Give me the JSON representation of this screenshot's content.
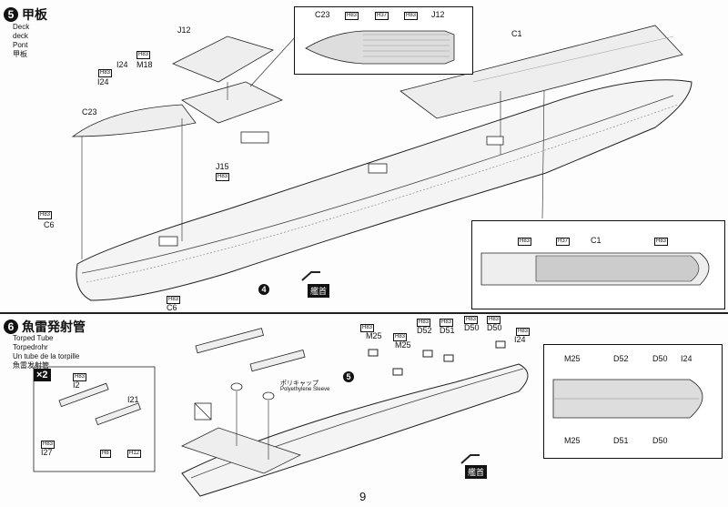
{
  "step5": {
    "number": "5",
    "title": "甲板",
    "subtitles": [
      "Deck",
      "deck",
      "Pont",
      "甲板"
    ],
    "labels": {
      "j12_top": "J12",
      "c1_top": "C1",
      "c23_inset": "C23",
      "j12_inset": "J12",
      "i24a": "I24",
      "m18": "M18",
      "i24b": "I24",
      "c23": "C23",
      "j15": "J15",
      "c6a": "C6",
      "c6b": "C6",
      "c1_inset": "C1",
      "bow": "艦首",
      "sub_step": "4"
    },
    "paint": "H83",
    "paint2": "H37"
  },
  "step6": {
    "number": "6",
    "title": "魚雷発射管",
    "subtitles": [
      "Torped Tube",
      "Torpedrohr",
      "Un tube de la torpille",
      "魚雷发射管"
    ],
    "multiplier": "×2",
    "labels": {
      "i2": "I2",
      "i21": "I21",
      "i27": "I27",
      "m25a": "M25",
      "m25b": "M25",
      "d52": "D52",
      "d51": "D51",
      "d50": "D50",
      "i24": "I24",
      "sleeve_jp": "ポリキャップ",
      "sleeve_en": "Polyethylene Sleeve",
      "sub_step": "5",
      "bow": "艦首",
      "in_m25": "M25",
      "in_d52": "D52",
      "in_d50": "D50",
      "in_i24": "I24",
      "in_m25b": "M25",
      "in_d51": "D51",
      "in_d50b": "D50"
    },
    "paint": "H83",
    "paint12": "H12",
    "paint8": "H8"
  },
  "page_number": "9"
}
